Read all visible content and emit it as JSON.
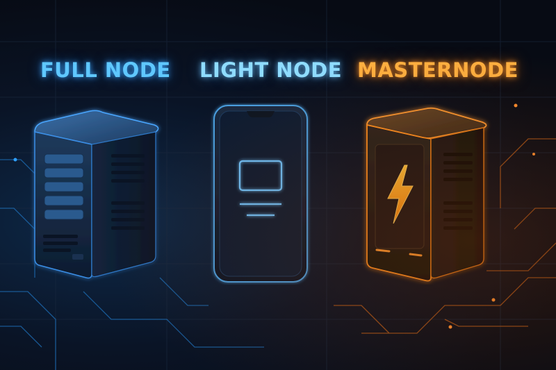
{
  "nodes": [
    {
      "label": "FULL NODE",
      "icon": "server-icon",
      "color": "#5fc8ff"
    },
    {
      "label": "LIGHT NODE",
      "icon": "smartphone-icon",
      "color": "#8fdcff"
    },
    {
      "label": "MASTERNODE",
      "icon": "lightning-server-icon",
      "color": "#ffb040"
    }
  ]
}
